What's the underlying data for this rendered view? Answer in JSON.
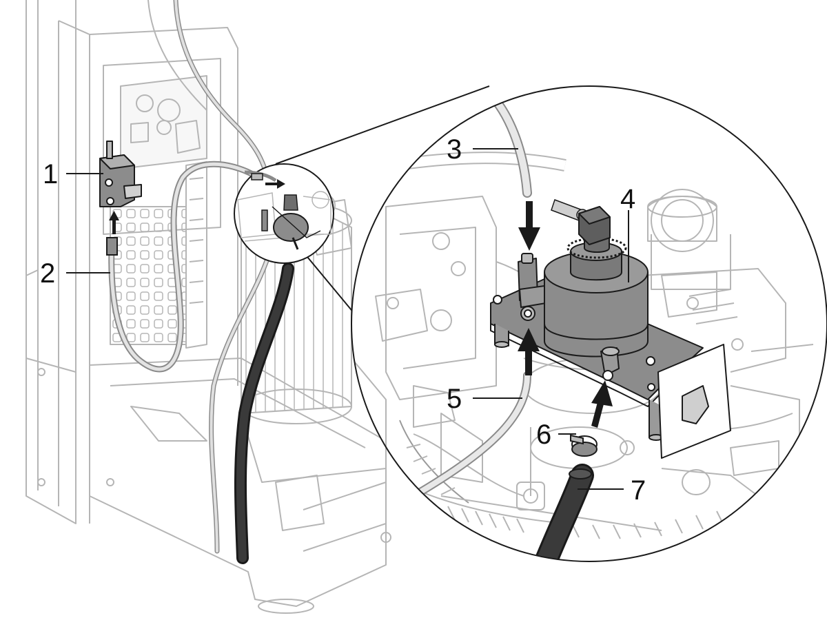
{
  "colors": {
    "background": "#ffffff",
    "line_light": "#b5b5b5",
    "line_mid": "#8a8a8a",
    "line_dark": "#1a1a1a",
    "part_fill": "#8c8c8c",
    "part_dark": "#5e5e5e",
    "hose_dark": "#2b2b2b",
    "tube_light": "#d9d9d9"
  },
  "callouts": [
    {
      "label": "1",
      "part": "valve-block"
    },
    {
      "label": "2",
      "part": "hose-from-valve"
    },
    {
      "label": "3",
      "part": "upper-tube"
    },
    {
      "label": "4",
      "part": "pump-unit"
    },
    {
      "label": "5",
      "part": "lower-tube"
    },
    {
      "label": "6",
      "part": "hose-clamp"
    },
    {
      "label": "7",
      "part": "black-hose"
    }
  ]
}
